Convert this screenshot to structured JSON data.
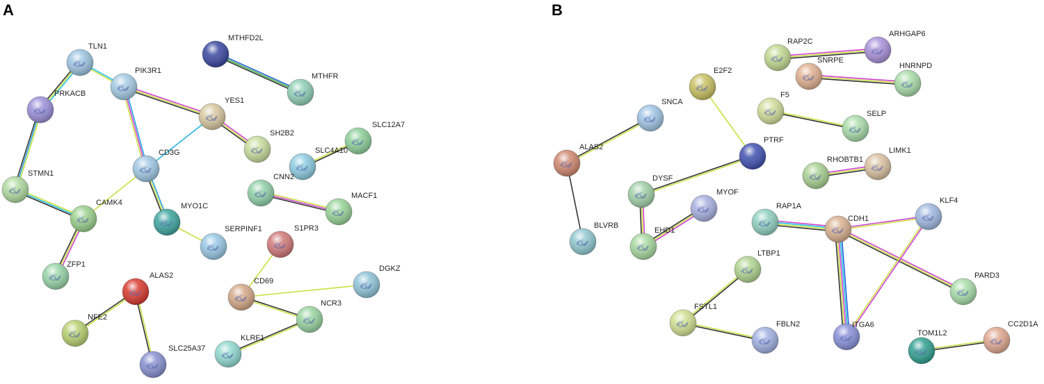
{
  "panels": [
    {
      "letter": "A",
      "nodes": [
        {
          "name": "TLN1",
          "color": "#9cc4e0"
        },
        {
          "name": "PIK3R1",
          "color": "#a4cbe4"
        },
        {
          "name": "MTHFD2L",
          "color": "#3a48a0"
        },
        {
          "name": "MTHFR",
          "color": "#8fcfb4"
        },
        {
          "name": "PRKACB",
          "color": "#9a8fd8"
        },
        {
          "name": "YES1",
          "color": "#d8c8a0"
        },
        {
          "name": "SH2B2",
          "color": "#c8dc9c"
        },
        {
          "name": "SLC12A7",
          "color": "#8ed09a"
        },
        {
          "name": "CD3G",
          "color": "#a0c8e4"
        },
        {
          "name": "SLC4A10",
          "color": "#8ccce0"
        },
        {
          "name": "STMN1",
          "color": "#b0dca0"
        },
        {
          "name": "CNN2",
          "color": "#90d0a8"
        },
        {
          "name": "CAMK4",
          "color": "#9ad08c"
        },
        {
          "name": "MACF1",
          "color": "#98d498"
        },
        {
          "name": "MYO1C",
          "color": "#3fa5a0"
        },
        {
          "name": "SERPINF1",
          "color": "#98c8e4"
        },
        {
          "name": "S1PR3",
          "color": "#d07878"
        },
        {
          "name": "ZFP1",
          "color": "#98d4a8"
        },
        {
          "name": "ALAS2",
          "color": "#d83a30"
        },
        {
          "name": "DGKZ",
          "color": "#90c4d8"
        },
        {
          "name": "CD69",
          "color": "#d4a888"
        },
        {
          "name": "NCR3",
          "color": "#98d4a0"
        },
        {
          "name": "NFE2",
          "color": "#b8d070"
        },
        {
          "name": "KLRF1",
          "color": "#90d8d0"
        },
        {
          "name": "SLC25A37",
          "color": "#8890d0"
        }
      ],
      "edges": [
        [
          "TLN1",
          "PIK3R1",
          [
            "#22c0e0",
            "#c8e040"
          ]
        ],
        [
          "TLN1",
          "PRKACB",
          [
            "#22c0e0",
            "#c8e040",
            "#333333"
          ]
        ],
        [
          "PIK3R1",
          "YES1",
          [
            "#d040d0",
            "#c8e040",
            "#333333"
          ]
        ],
        [
          "PIK3R1",
          "CD3G",
          [
            "#22a0e0",
            "#d040d0",
            "#c8e040"
          ]
        ],
        [
          "MTHFD2L",
          "MTHFR",
          [
            "#2060d0",
            "#40b040",
            "#333333"
          ]
        ],
        [
          "PRKACB",
          "STMN1",
          [
            "#c8e040",
            "#22a0e0",
            "#333333"
          ]
        ],
        [
          "YES1",
          "SH2B2",
          [
            "#d040d0",
            "#c8e040",
            "#333333"
          ]
        ],
        [
          "YES1",
          "CD3G",
          [
            "#22b0e0"
          ]
        ],
        [
          "STMN1",
          "CAMK4",
          [
            "#c8e040",
            "#22c0e0",
            "#333333"
          ]
        ],
        [
          "CAMK4",
          "CD3G",
          [
            "#c8e040"
          ]
        ],
        [
          "CAMK4",
          "ZFP1",
          [
            "#d040d0",
            "#c8e040",
            "#333333"
          ]
        ],
        [
          "CD3G",
          "MYO1C",
          [
            "#22a0e0",
            "#c8e040",
            "#333333"
          ]
        ],
        [
          "MYO1C",
          "SERPINF1",
          [
            "#c8e040"
          ]
        ],
        [
          "SLC4A10",
          "SLC12A7",
          [
            "#c8e040",
            "#333333"
          ]
        ],
        [
          "CNN2",
          "MACF1",
          [
            "#c8e040",
            "#d040d0",
            "#333333"
          ]
        ],
        [
          "S1PR3",
          "CD69",
          [
            "#c8e040"
          ]
        ],
        [
          "CD69",
          "DGKZ",
          [
            "#c8e040"
          ]
        ],
        [
          "CD69",
          "NCR3",
          [
            "#333333",
            "#c8e040"
          ]
        ],
        [
          "NCR3",
          "KLRF1",
          [
            "#c8e040",
            "#333333"
          ]
        ],
        [
          "ALAS2",
          "NFE2",
          [
            "#c8e040",
            "#333333"
          ]
        ],
        [
          "ALAS2",
          "SLC25A37",
          [
            "#c8e040",
            "#333333"
          ]
        ]
      ]
    },
    {
      "letter": "B",
      "nodes": [
        {
          "name": "RAP2C",
          "color": "#c0d890"
        },
        {
          "name": "ARHGAP6",
          "color": "#a890d8"
        },
        {
          "name": "E2F2",
          "color": "#c8c060"
        },
        {
          "name": "SNRPE",
          "color": "#e0b090"
        },
        {
          "name": "HNRNPD",
          "color": "#a8dca8"
        },
        {
          "name": "SNCA",
          "color": "#a0c4e4"
        },
        {
          "name": "F5",
          "color": "#d0dc98"
        },
        {
          "name": "SELP",
          "color": "#a8dca8"
        },
        {
          "name": "ALAS2",
          "color": "#d08870"
        },
        {
          "name": "PTRF",
          "color": "#4050b0"
        },
        {
          "name": "RHOBTB1",
          "color": "#a8d090"
        },
        {
          "name": "LIMK1",
          "color": "#d8c0a0"
        },
        {
          "name": "DYSF",
          "color": "#a0d0a8"
        },
        {
          "name": "MYOF",
          "color": "#a8b0e0"
        },
        {
          "name": "RAP1A",
          "color": "#90d0c0"
        },
        {
          "name": "CDH1",
          "color": "#d8b090"
        },
        {
          "name": "KLF4",
          "color": "#a0b8e0"
        },
        {
          "name": "BLVRB",
          "color": "#90c8d0"
        },
        {
          "name": "EHD1",
          "color": "#a8d8a0"
        },
        {
          "name": "LTBP1",
          "color": "#b0d490"
        },
        {
          "name": "PARD3",
          "color": "#a8dca8"
        },
        {
          "name": "FSTL1",
          "color": "#d0e090"
        },
        {
          "name": "FBLN2",
          "color": "#a0b0e0"
        },
        {
          "name": "ITGA6",
          "color": "#8890d8"
        },
        {
          "name": "TOM1L2",
          "color": "#30a090"
        },
        {
          "name": "CC2D1A",
          "color": "#e0a890"
        }
      ],
      "edges": [
        [
          "RAP2C",
          "ARHGAP6",
          [
            "#d040d0",
            "#c8e040",
            "#333333"
          ]
        ],
        [
          "SNRPE",
          "HNRNPD",
          [
            "#d040d0",
            "#c8e040",
            "#333333"
          ]
        ],
        [
          "E2F2",
          "PTRF",
          [
            "#c8e040"
          ]
        ],
        [
          "SNCA",
          "ALAS2",
          [
            "#c8e040",
            "#333333"
          ]
        ],
        [
          "F5",
          "SELP",
          [
            "#c8e040",
            "#333333"
          ]
        ],
        [
          "ALAS2",
          "BLVRB",
          [
            "#333333"
          ]
        ],
        [
          "PTRF",
          "DYSF",
          [
            "#c8e040",
            "#333333"
          ]
        ],
        [
          "RHOBTB1",
          "LIMK1",
          [
            "#d040d0",
            "#c8e040",
            "#333333"
          ]
        ],
        [
          "DYSF",
          "EHD1",
          [
            "#d040d0",
            "#c8e040",
            "#333333"
          ]
        ],
        [
          "MYOF",
          "EHD1",
          [
            "#d040d0",
            "#c8e040",
            "#333333"
          ]
        ],
        [
          "RAP1A",
          "CDH1",
          [
            "#d040d0",
            "#22c0e0",
            "#c8e040",
            "#333333"
          ]
        ],
        [
          "CDH1",
          "KLF4",
          [
            "#d040d0",
            "#c8e040"
          ]
        ],
        [
          "CDH1",
          "PARD3",
          [
            "#d040d0",
            "#c8e040",
            "#333333"
          ]
        ],
        [
          "CDH1",
          "ITGA6",
          [
            "#2060e0",
            "#22c0e0",
            "#d040d0",
            "#c8e040",
            "#333333"
          ]
        ],
        [
          "KLF4",
          "ITGA6",
          [
            "#d040d0",
            "#c8e040"
          ]
        ],
        [
          "LTBP1",
          "FSTL1",
          [
            "#333333",
            "#c8e040"
          ]
        ],
        [
          "FSTL1",
          "FBLN2",
          [
            "#c8e040",
            "#333333"
          ]
        ],
        [
          "TOM1L2",
          "CC2D1A",
          [
            "#c8e040",
            "#333333"
          ]
        ]
      ]
    }
  ]
}
